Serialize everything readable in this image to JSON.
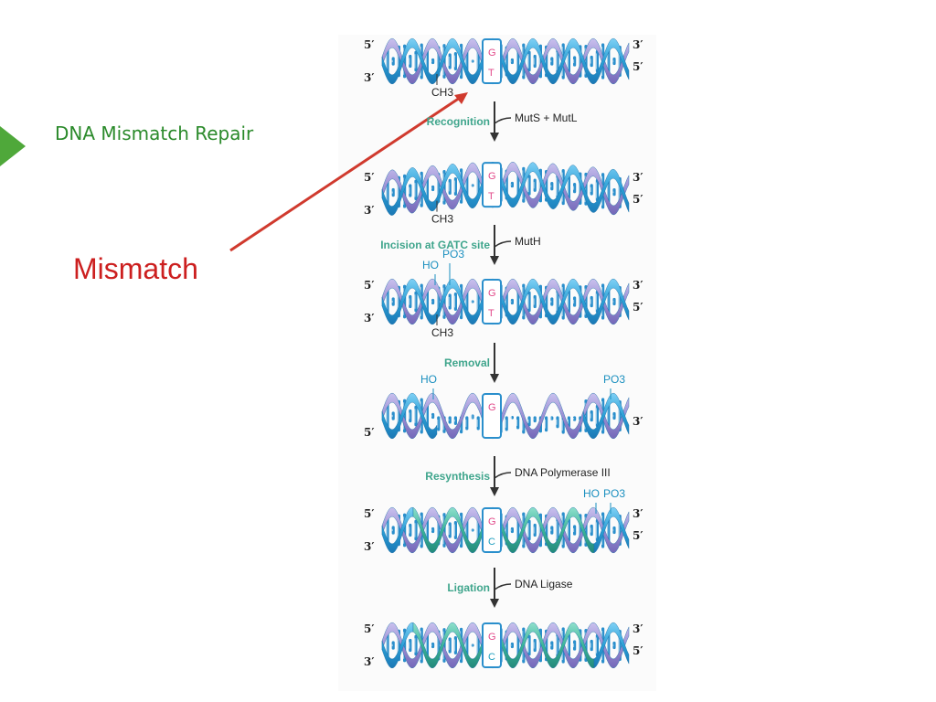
{
  "slide": {
    "title": "DNA Mismatch Repair",
    "annotation": "Mismatch"
  },
  "colors": {
    "title": "#2b8a2b",
    "annotation": "#cc1f1f",
    "helix_blue": "#2a9fd6",
    "helix_purple": "#9a8fd4",
    "helix_green": "#3bb39a",
    "base_pink": "#e24a8a",
    "step_green": "#3fa58c"
  },
  "diagram": {
    "ends": {
      "five": "5′",
      "three": "3′"
    },
    "groups": {
      "ch3": "CH3",
      "ho": "HO",
      "po3": "PO3"
    },
    "stages": [
      {
        "id": "mismatch",
        "top_base": "G",
        "bottom_base": "T",
        "ch3": true
      },
      {
        "id": "recognized",
        "top_base": "G",
        "bottom_base": "T",
        "ch3": true
      },
      {
        "id": "incised",
        "top_base": "G",
        "bottom_base": "T",
        "ch3": true,
        "ho": true,
        "po3": true
      },
      {
        "id": "removed",
        "top_base": "G",
        "ho": true,
        "po3": true
      },
      {
        "id": "resynthesized",
        "top_base": "G",
        "bottom_base": "C",
        "ho": true,
        "po3": true
      },
      {
        "id": "ligated",
        "top_base": "G",
        "bottom_base": "C"
      }
    ],
    "steps": [
      {
        "process": "Recognition",
        "enzyme": "MutS + MutL"
      },
      {
        "process": "Incision at GATC site",
        "enzyme": "MutH"
      },
      {
        "process": "Removal",
        "enzyme": ""
      },
      {
        "process": "Resynthesis",
        "enzyme": "DNA Polymerase III"
      },
      {
        "process": "Ligation",
        "enzyme": "DNA Ligase"
      }
    ]
  }
}
